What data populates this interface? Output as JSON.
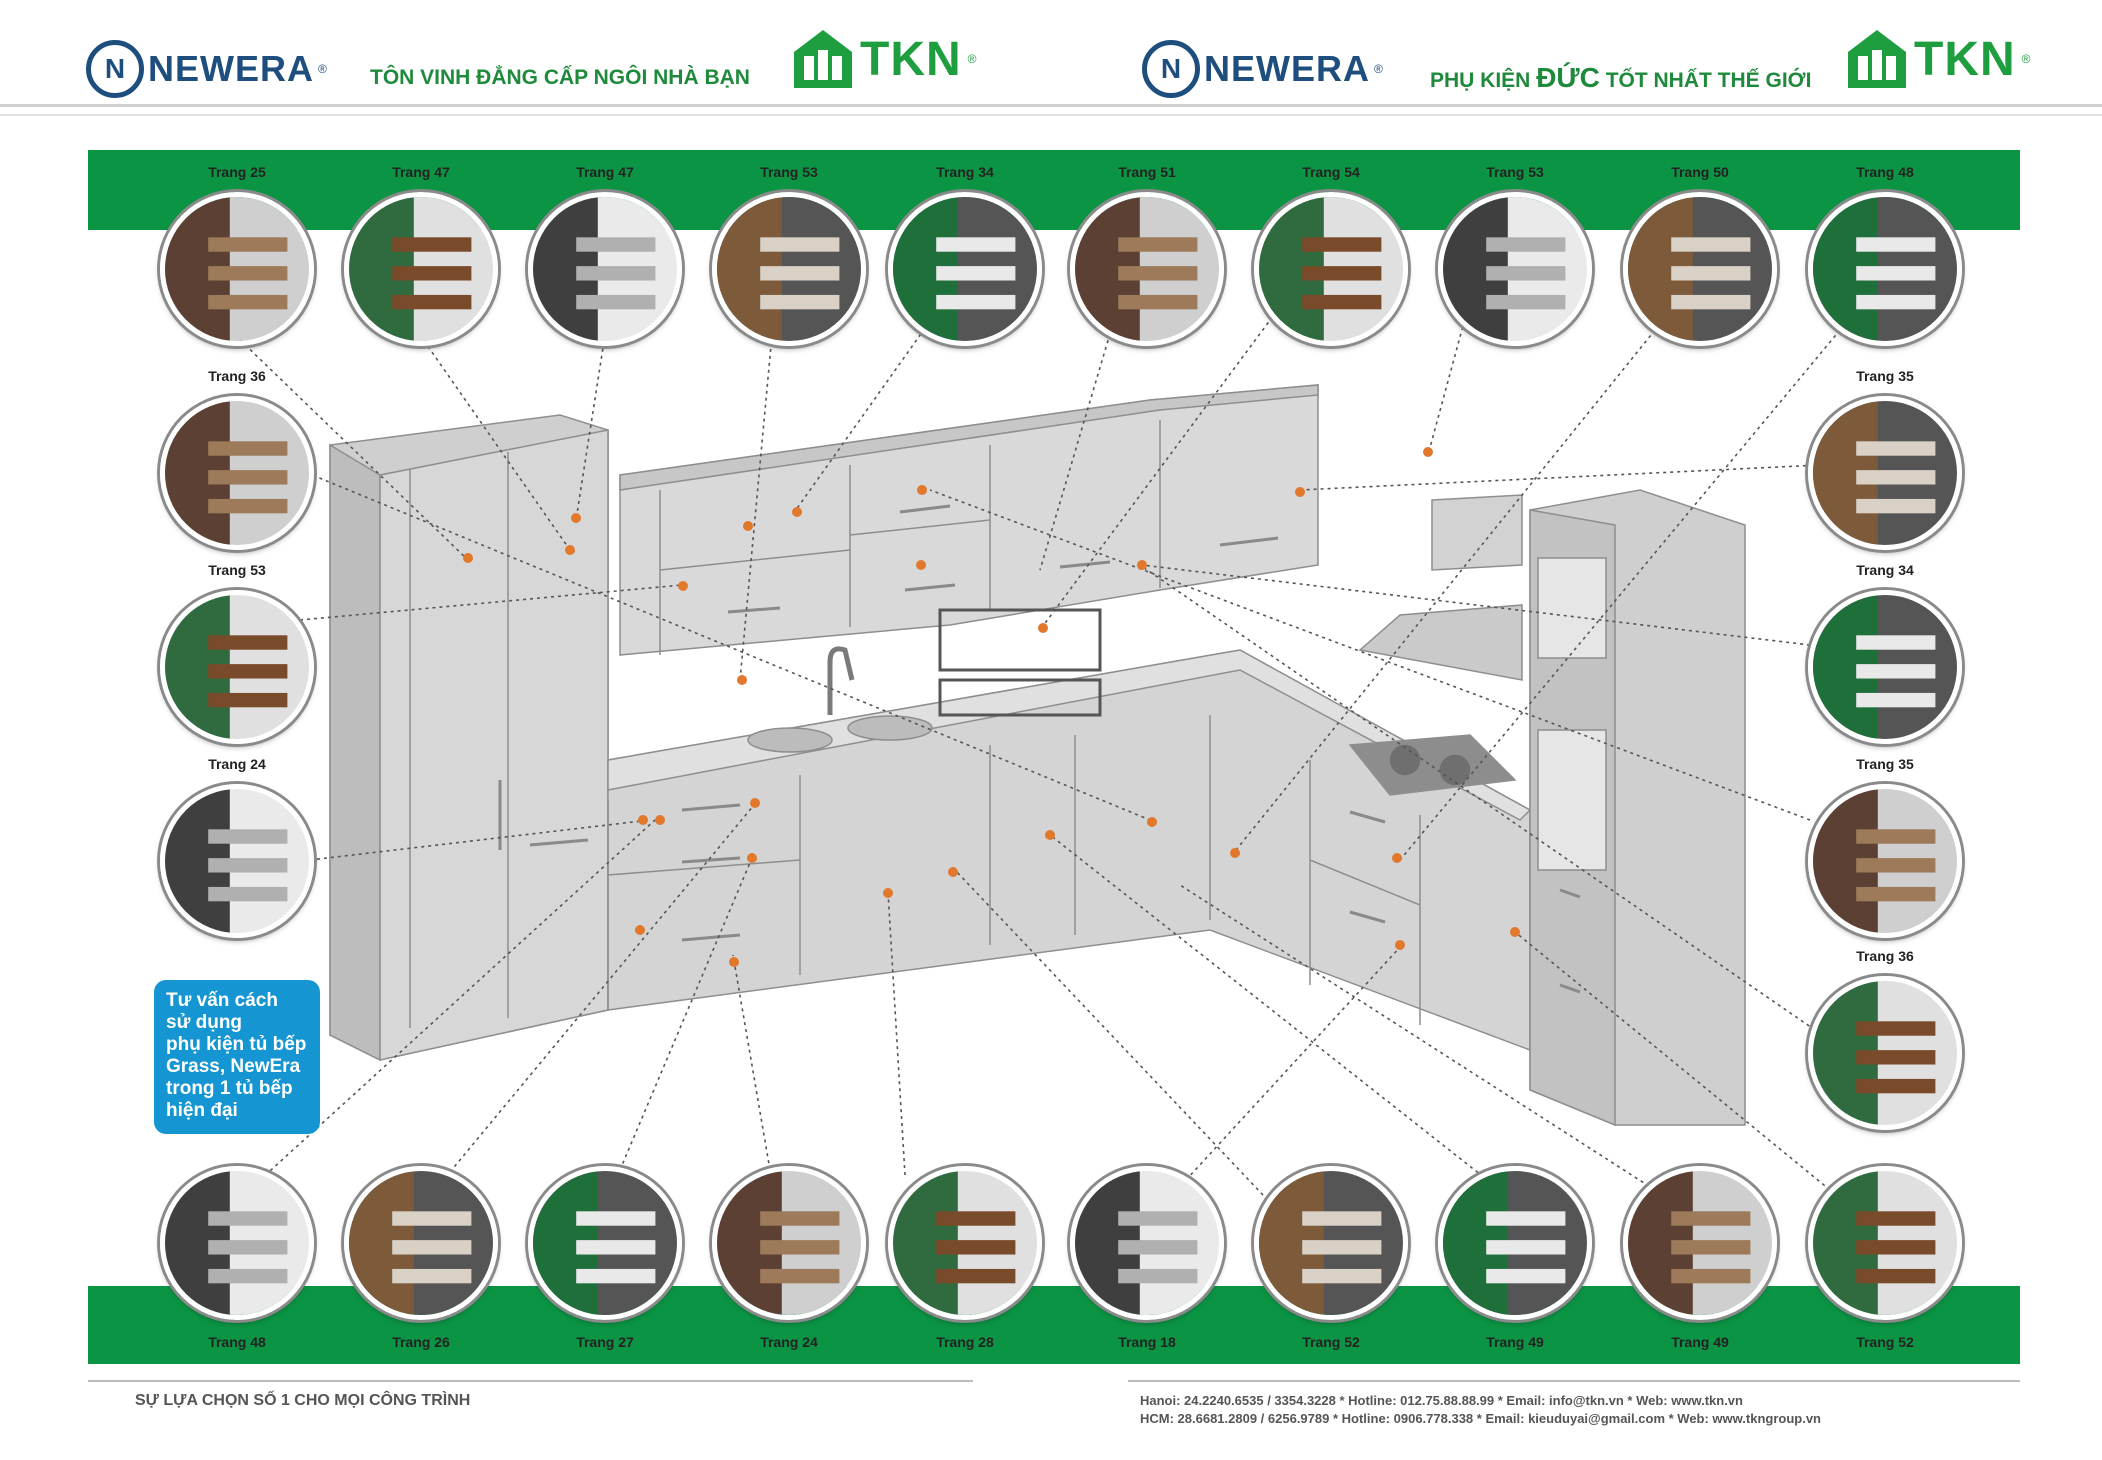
{
  "header": {
    "left": {
      "brand": "NEWERA",
      "slogan": "TÔN VINH ĐẲNG CẤP NGÔI NHÀ BẠN",
      "tkn": "TKN"
    },
    "right": {
      "brand": "NEWERA",
      "slogan_prefix": "PHỤ KIỆN ",
      "slogan_emphasis": "ĐỨC",
      "slogan_suffix": " TỐT NHẤT THẾ GIỚI",
      "tkn": "TKN"
    },
    "reg_mark": "®"
  },
  "thumbnails_top": [
    {
      "label": "Trang 25",
      "icon": "pantry-pullout-baskets"
    },
    {
      "label": "Trang 47",
      "icon": "tall-pantry-unit"
    },
    {
      "label": "Trang 47",
      "icon": "tall-bottle-rack"
    },
    {
      "label": "Trang 53",
      "icon": "wall-utensil-rail"
    },
    {
      "label": "Trang 34",
      "icon": "lift-up-hinge"
    },
    {
      "label": "Trang 51",
      "icon": "dish-drying-rack"
    },
    {
      "label": "Trang 54",
      "icon": "two-tier-dish-rack"
    },
    {
      "label": "Trang 53",
      "icon": "open-wall-dish-rack"
    },
    {
      "label": "Trang 50",
      "icon": "corner-pullout"
    },
    {
      "label": "Trang 48",
      "icon": "corner-carousel"
    }
  ],
  "thumbnails_left": [
    {
      "label": "Trang 36",
      "icon": "lazy-susan"
    },
    {
      "label": "Trang 53",
      "icon": "cabinet-dish-rack"
    },
    {
      "label": "Trang 24",
      "icon": "cutlery-drawer"
    }
  ],
  "thumbnails_right": [
    {
      "label": "Trang 35",
      "icon": "lift-mechanism"
    },
    {
      "label": "Trang 34",
      "icon": "flap-stay"
    },
    {
      "label": "Trang 35",
      "icon": "flip-up-door"
    },
    {
      "label": "Trang 36",
      "icon": "bi-fold-lift"
    }
  ],
  "thumbnails_bottom": [
    {
      "label": "Trang 48",
      "icon": "drawer-plate-rack"
    },
    {
      "label": "Trang 26",
      "icon": "tandembox-drawer"
    },
    {
      "label": "Trang 27",
      "icon": "cutlery-tray"
    },
    {
      "label": "Trang 24",
      "icon": "pot-drawer"
    },
    {
      "label": "Trang 28",
      "icon": "spice-drawer"
    },
    {
      "label": "Trang 18",
      "icon": "drawer-slides"
    },
    {
      "label": "Trang 52",
      "icon": "waste-bin"
    },
    {
      "label": "Trang 49",
      "icon": "pullout-basket"
    },
    {
      "label": "Trang 49",
      "icon": "bottle-pullout"
    },
    {
      "label": "Trang 52",
      "icon": "bin-system"
    }
  ],
  "advice": {
    "lines": [
      "Tư vấn cách",
      "sử dụng",
      "phụ kiện tủ bếp",
      "Grass, NewEra",
      "trong 1 tủ bếp",
      "hiện đại"
    ]
  },
  "footer": {
    "tagline": "SỰ LỰA CHỌN SỐ 1 CHO MỌI CÔNG TRÌNH",
    "line1": "Hanoi: 24.2240.6535 / 3354.3228 * Hotline: 012.75.88.88.99 * Email: info@tkn.vn * Web: www.tkn.vn",
    "line2": "HCM: 28.6681.2809 / 6256.9789 * Hotline: 0906.778.338 * Email: kieuduyai@gmail.com * Web: www.tkngroup.vn"
  },
  "colors": {
    "green": "#0b9444",
    "tkn_green": "#1f9e3f",
    "newera_blue": "#1d4e7e",
    "advice_blue": "#1596d3",
    "marker": "#e2782c"
  }
}
